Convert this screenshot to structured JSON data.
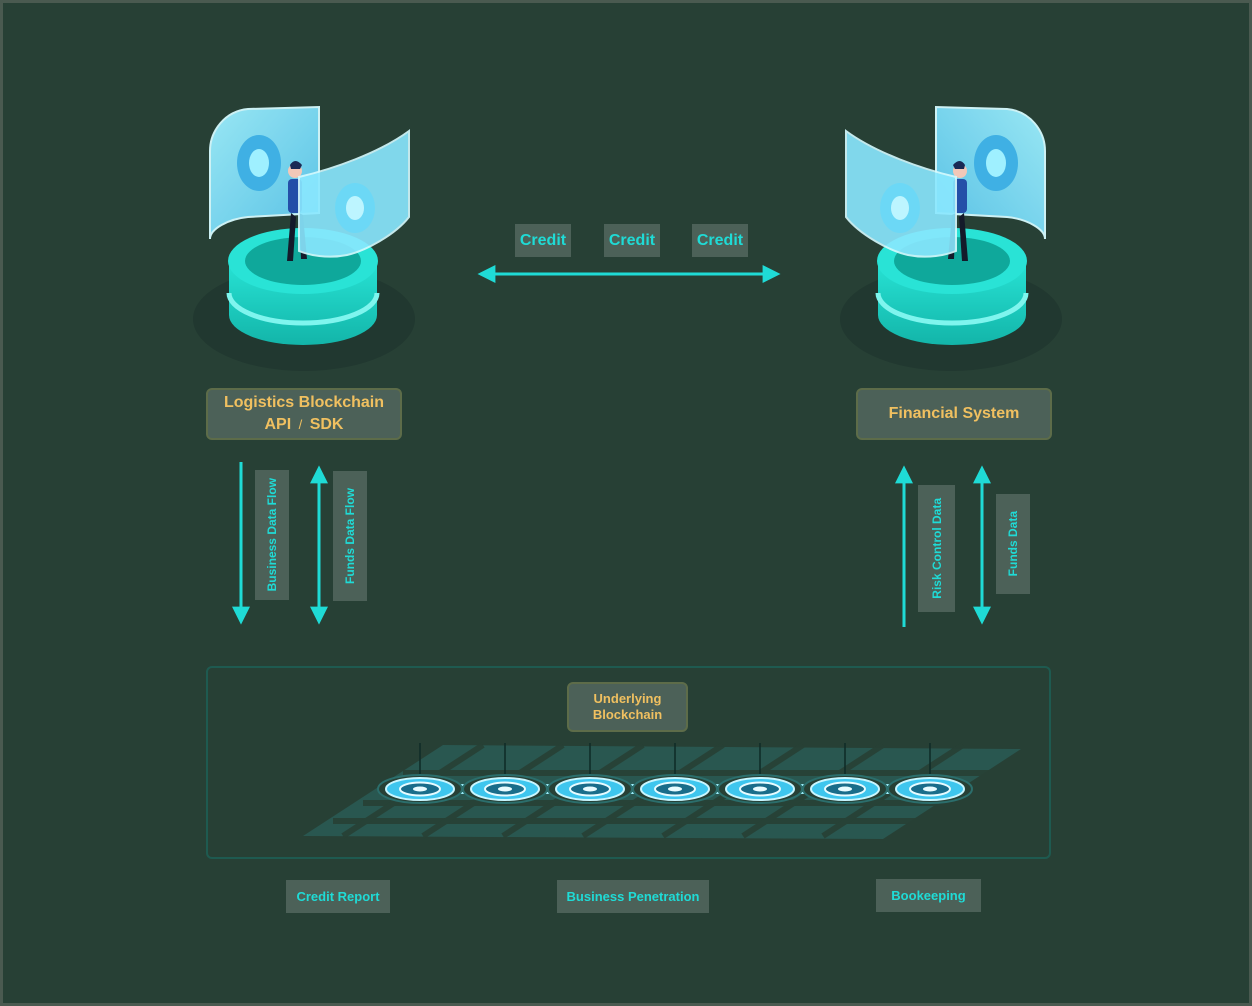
{
  "credit_labels": [
    "Credit",
    "Credit",
    "Credit"
  ],
  "left_box": {
    "line1": "Logistics Blockchain",
    "line2_api": "API",
    "line2_sep": "/",
    "line2_sdk": "SDK"
  },
  "right_box": {
    "title": "Financial System"
  },
  "left_flows": {
    "business": "Business Data Flow",
    "funds": "Funds Data Flow"
  },
  "right_flows": {
    "risk": "Risk Control Data",
    "funds": "Funds Data"
  },
  "chain_panel": {
    "line1": "Underlying",
    "line2": "Blockchain"
  },
  "bottom_labels": {
    "credit_report": "Credit Report",
    "business_penetration": "Business Penetration",
    "bookkeeping": "Bookeeping"
  },
  "colors": {
    "accent": "#1fdbd6",
    "label_gold": "#f0c060",
    "background": "#274035",
    "chip": "#4c6158"
  },
  "icons": {
    "left_node": "person-with-holographic-screens-on-database-icon",
    "right_node": "person-with-holographic-screens-on-database-icon",
    "chain": "blockchain-ring-nodes-icon"
  }
}
